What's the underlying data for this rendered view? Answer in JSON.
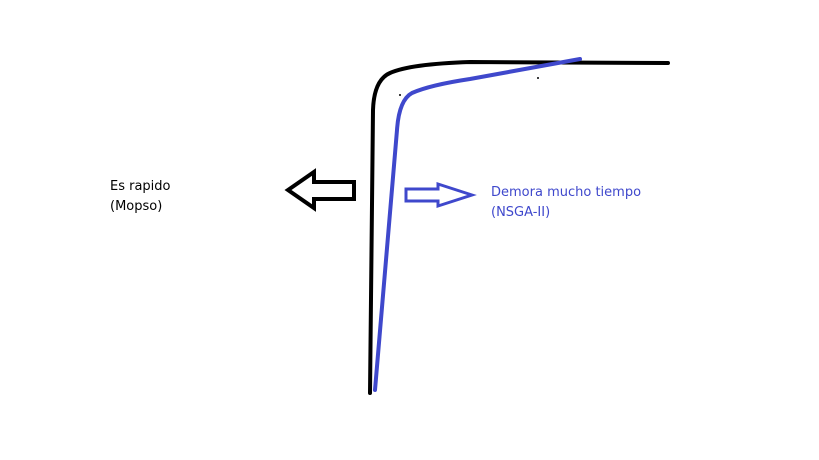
{
  "colors": {
    "black_curve": "#000000",
    "blue_curve": "#3f48cc",
    "background": "#ffffff"
  },
  "labels": {
    "left": {
      "line1": "Es rapido",
      "line2": "(Mopso)"
    },
    "right": {
      "line1": "Demora mucho tiempo",
      "line2": "(NSGA-II)"
    }
  },
  "icons": {
    "left_arrow": "left-arrow-icon",
    "right_arrow": "right-arrow-icon"
  }
}
